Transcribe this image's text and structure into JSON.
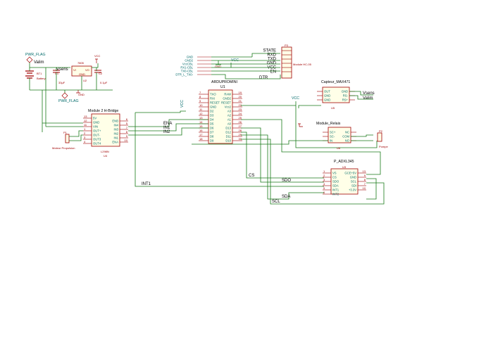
{
  "schematic": {
    "power_flags": [
      "PWR_FLAG",
      "PWR_FLAG"
    ],
    "power_nets": {
      "vcc": "VCC",
      "gnd": "GND",
      "vcc2": "VCC",
      "vcc3": "VCC"
    },
    "net_labels": {
      "valim": "Valim",
      "vsens": "Vsens",
      "vsens2": "Vsens",
      "valim2": "Valim",
      "ena": "ENA",
      "in1": "IN1",
      "in2": "IN2",
      "cs": "CS",
      "sdo": "SDO",
      "sda": "SDA",
      "scl": "SCL",
      "int1": "INT1"
    },
    "battery": {
      "ref": "BT1",
      "value": "Battery"
    },
    "c1": {
      "ref": "C1",
      "value": "33µF"
    },
    "c2": {
      "ref": "C2",
      "value": "0.1µF"
    },
    "regulator": {
      "ref": "U2",
      "value": "7805",
      "pins": [
        "VI",
        "VO",
        "GND"
      ]
    },
    "hbridge": {
      "title": "Module 2 H-Bridge",
      "ref": "U4",
      "value": "L298N",
      "left_pins": [
        [
          "13",
          "5V"
        ],
        [
          "12",
          "GND"
        ],
        [
          "11",
          "VIN"
        ],
        [
          "1",
          "OUT+"
        ],
        [
          "2",
          "OUT-"
        ],
        [
          "3",
          "OUT3"
        ],
        [
          "4",
          "OUT4"
        ]
      ],
      "right_pins": [
        [
          "6",
          "ENB"
        ],
        [
          "5",
          "IN4"
        ],
        [
          "7",
          "IN3"
        ],
        [
          "8",
          "IN2"
        ],
        [
          "9",
          "IN1"
        ],
        [
          "10",
          "ENA"
        ]
      ]
    },
    "motor": {
      "ref": "P1",
      "value": "Moteur Propulsion"
    },
    "arduino": {
      "title": "ARDUPROMINI",
      "ref": "U1",
      "left_pins": [
        [
          "7",
          "TXO"
        ],
        [
          "8",
          "RXI"
        ],
        [
          "9",
          "RESET"
        ],
        [
          "10",
          "GND"
        ],
        [
          "11",
          "D2"
        ],
        [
          "12",
          "D3"
        ],
        [
          "13",
          "D4"
        ],
        [
          "14",
          "D5"
        ],
        [
          "15",
          "D6"
        ],
        [
          "16",
          "D7"
        ],
        [
          "17",
          "D8"
        ],
        [
          "18",
          "D9"
        ]
      ],
      "right_pins": [
        [
          "19",
          "RAW"
        ],
        [
          "20",
          "GND2"
        ],
        [
          "21",
          "RESET"
        ],
        [
          "22",
          "Vcc2"
        ],
        [
          "23",
          "A3"
        ],
        [
          "24",
          "A2"
        ],
        [
          "25",
          "A1"
        ],
        [
          "26",
          "A0"
        ],
        [
          "27",
          "D13"
        ],
        [
          "28",
          "D12"
        ],
        [
          "29",
          "D11"
        ],
        [
          "30",
          "D10"
        ]
      ]
    },
    "hc05": {
      "ref": "P3",
      "value": "Module HC-05",
      "pins": [
        "STATE",
        "RXD",
        "TXD",
        "GND",
        "VCC",
        "EN"
      ],
      "left_nets": [
        "GND",
        "GND2",
        "VccCBL",
        "RX1-CBL",
        "TX0-CBL",
        "DTR_L_TX0-"
      ],
      "dtr_label": "DTR"
    },
    "max471": {
      "title": "Capteur_MAX471",
      "ref": "U5",
      "left_pins": [
        "OUT",
        "GND",
        "GND"
      ],
      "right_pins": [
        "GND",
        "RS-",
        "RS+"
      ]
    },
    "relais": {
      "title": "Module_Relais",
      "ref": "U6",
      "left_pins": [
        "SC+",
        "SC-",
        "IN"
      ],
      "right_pins": [
        "NC",
        "COM",
        "NO"
      ]
    },
    "pompe": {
      "ref": "P2",
      "value": "Pompe"
    },
    "adxl": {
      "title": "P_ADXL345",
      "ref": "U3",
      "left_pins": [
        [
          "1",
          "VS"
        ],
        [
          "2",
          "CS"
        ],
        [
          "3",
          "SDO"
        ],
        [
          "4",
          "SDA"
        ],
        [
          "5",
          "INT1"
        ],
        [
          "6",
          "INT2"
        ]
      ],
      "right_pins": [
        [
          "13",
          "GCE+5V"
        ],
        [
          "9",
          "GND"
        ],
        [
          "8",
          "SCL"
        ],
        [
          "7",
          "SDI"
        ],
        [
          "10",
          "+3.3V"
        ]
      ]
    }
  }
}
